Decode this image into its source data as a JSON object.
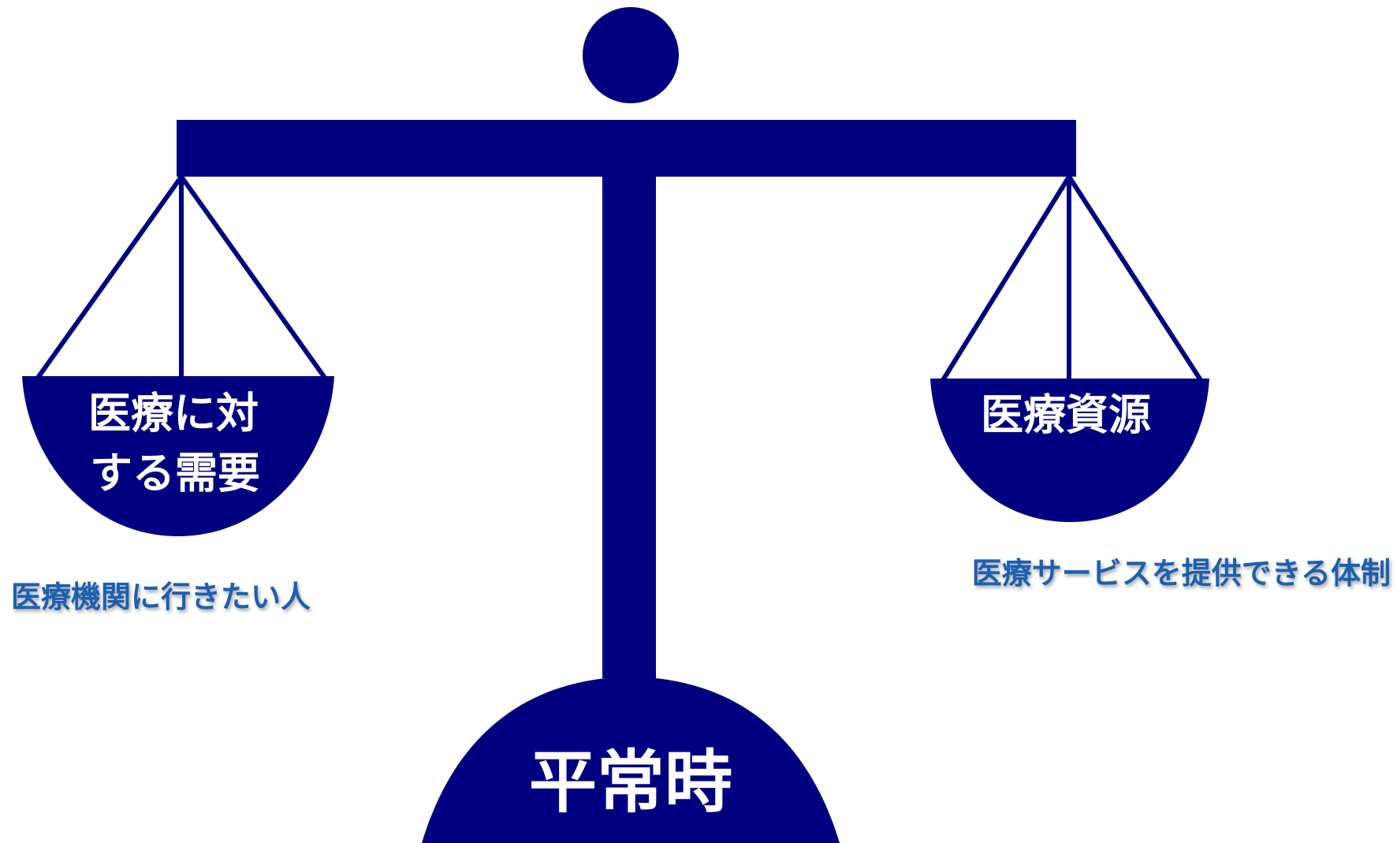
{
  "colors": {
    "scale": "#000080",
    "label_text": "#ffffff",
    "caption_text": "#1c5fb0",
    "background": "#ffffff"
  },
  "left_pan": {
    "label_lines": [
      "医療に対",
      "する需要"
    ],
    "caption": "医療機関に行きたい人"
  },
  "right_pan": {
    "label": "医療資源",
    "caption": "医療サービスを提供できる体制"
  },
  "base": {
    "label": "平常時"
  }
}
